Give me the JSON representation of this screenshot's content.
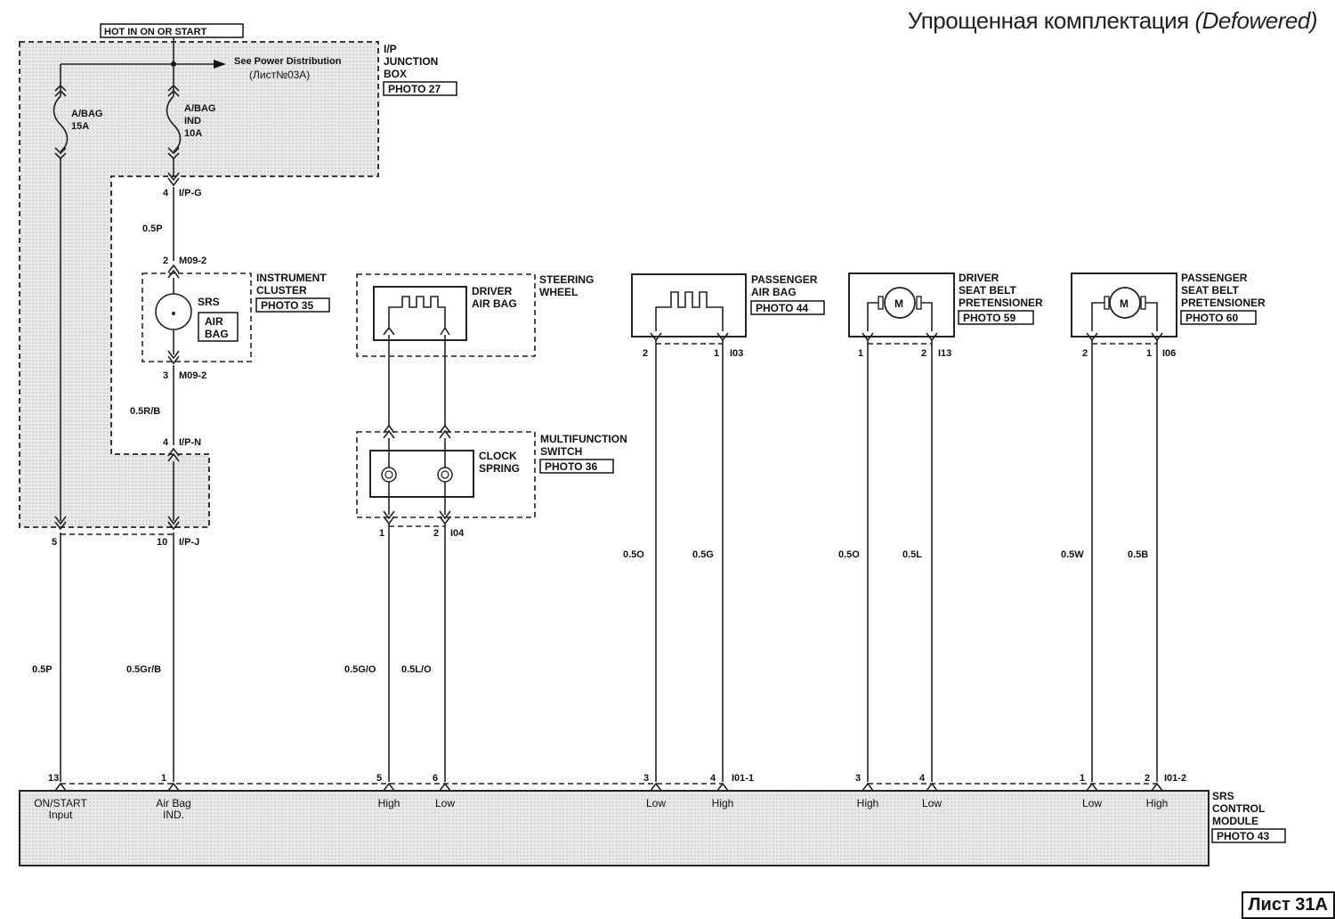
{
  "title": {
    "main": "Упрощенная комплектация",
    "paren": "(Defowered)"
  },
  "sheet": "Лист 31A",
  "power": {
    "hot_label": "HOT IN ON OR START",
    "see_dist": "See Power Distribution",
    "see_ref": "(Лист№03A)"
  },
  "junction_box": {
    "name": [
      "I/P",
      "JUNCTION",
      "BOX"
    ],
    "photo": "PHOTO 27"
  },
  "fuses": [
    {
      "lines": [
        "A/BAG",
        "15A"
      ]
    },
    {
      "lines": [
        "A/BAG",
        "IND",
        "10A"
      ]
    }
  ],
  "connectors": {
    "ipg": {
      "pin": "4",
      "name": "I/P-G"
    },
    "m09_top": {
      "pin": "2",
      "name": "M09-2"
    },
    "m09_bot": {
      "pin": "3",
      "name": "M09-2"
    },
    "ipn": {
      "pin": "4",
      "name": "I/P-N"
    },
    "ipj": {
      "pin_a": "5",
      "pin_b": "10",
      "name": "I/P-J"
    },
    "i04": {
      "pin_a": "1",
      "pin_b": "2",
      "name": "I04"
    },
    "i03": {
      "pin_a": "2",
      "pin_b": "1",
      "name": "I03"
    },
    "i13": {
      "pin_a": "1",
      "pin_b": "2",
      "name": "I13"
    },
    "i06": {
      "pin_a": "2",
      "pin_b": "1",
      "name": "I06"
    }
  },
  "wires": {
    "w_05p_top": "0.5P",
    "w_05rb": "0.5R/B",
    "w_05p": "0.5P",
    "w_05grb": "0.5Gr/B",
    "w_05go": "0.5G/O",
    "w_05lo": "0.5L/O",
    "w_pab_o": "0.5O",
    "w_pab_g": "0.5G",
    "w_dsb_o": "0.5O",
    "w_dsb_l": "0.5L",
    "w_psb_w": "0.5W",
    "w_psb_b": "0.5B"
  },
  "cluster": {
    "name": [
      "INSTRUMENT",
      "CLUSTER"
    ],
    "photo": "PHOTO 35",
    "srs": "SRS",
    "airbag": [
      "AIR",
      "BAG"
    ]
  },
  "steering": {
    "name": [
      "STEERING",
      "WHEEL"
    ],
    "driver_airbag": [
      "DRIVER",
      "AIR BAG"
    ]
  },
  "multifunction": {
    "name": [
      "MULTIFUNCTION",
      "SWITCH"
    ],
    "photo": "PHOTO 36",
    "clock": [
      "CLOCK",
      "SPRING"
    ]
  },
  "passenger_airbag": {
    "name": [
      "PASSENGER",
      "AIR BAG"
    ],
    "photo": "PHOTO 44"
  },
  "driver_pretensioner": {
    "name": [
      "DRIVER",
      "SEAT BELT",
      "PRETENSIONER"
    ],
    "photo": "PHOTO 59",
    "motor": "M"
  },
  "passenger_pretensioner": {
    "name": [
      "PASSENGER",
      "SEAT BELT",
      "PRETENSIONER"
    ],
    "photo": "PHOTO 60",
    "motor": "M"
  },
  "srs_module": {
    "name": [
      "SRS",
      "CONTROL",
      "MODULE"
    ],
    "photo": "PHOTO 43",
    "conn_a": "I01-1",
    "conn_b": "I01-2",
    "pins": [
      {
        "pin": "13",
        "label": [
          "ON/START",
          "Input"
        ]
      },
      {
        "pin": "1",
        "label": [
          "Air Bag",
          "IND."
        ]
      },
      {
        "pin": "5",
        "label": [
          "High"
        ]
      },
      {
        "pin": "6",
        "label": [
          "Low"
        ]
      },
      {
        "pin": "3",
        "label": [
          "Low"
        ]
      },
      {
        "pin": "4",
        "label": [
          "High"
        ]
      },
      {
        "pin": "3",
        "label": [
          "High"
        ]
      },
      {
        "pin": "4",
        "label": [
          "Low"
        ]
      },
      {
        "pin": "1",
        "label": [
          "Low"
        ]
      },
      {
        "pin": "2",
        "label": [
          "High"
        ]
      }
    ]
  }
}
